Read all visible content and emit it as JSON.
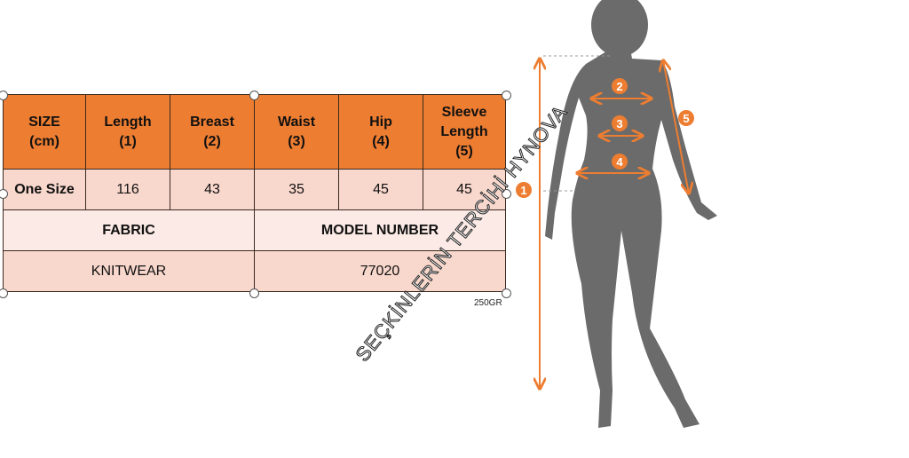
{
  "table": {
    "headers": [
      "SIZE\n(cm)",
      "Length\n(1)",
      "Breast\n(2)",
      "Waist\n(3)",
      "Hip\n(4)",
      "Sleeve\nLength\n(5)"
    ],
    "row": [
      "One Size",
      "116",
      "43",
      "35",
      "45",
      "45"
    ],
    "fabric_label": "FABRIC",
    "model_label": "MODEL NUMBER",
    "fabric_value": "KNITWEAR",
    "model_value": "77020"
  },
  "weight": "250GR",
  "watermark": "SEÇKİNLERİN TERCİHİ HYNOVA",
  "markers": [
    "1",
    "2",
    "3",
    "4",
    "5"
  ],
  "colors": {
    "accent": "#ed7d31",
    "silhouette": "#6b6b6b"
  }
}
